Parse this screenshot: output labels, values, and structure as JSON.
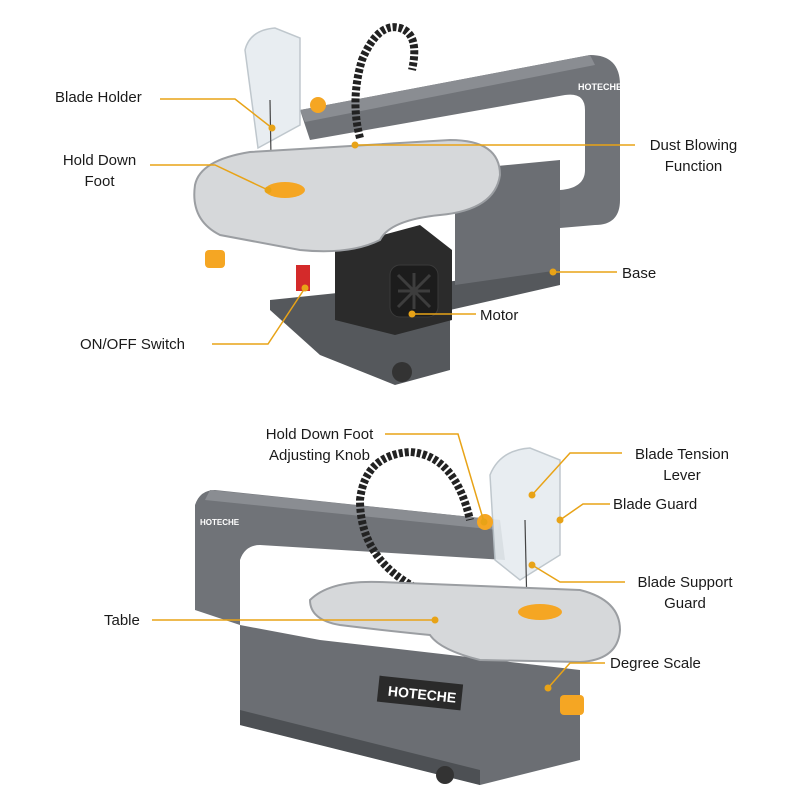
{
  "brand": "HOTECHE",
  "labels": {
    "blade_holder": "Blade Holder",
    "hold_down_foot_1": "Hold Down",
    "hold_down_foot_2": "Foot",
    "dust_blowing_1": "Dust Blowing",
    "dust_blowing_2": "Function",
    "base": "Base",
    "motor": "Motor",
    "on_off_switch": "ON/OFF Switch",
    "hdf_knob_1": "Hold Down Foot",
    "hdf_knob_2": "Adjusting Knob",
    "blade_tension_1": "Blade Tension",
    "blade_tension_2": "Lever",
    "blade_guard": "Blade Guard",
    "blade_support_1": "Blade Support",
    "blade_support_2": "Guard",
    "table": "Table",
    "degree_scale": "Degree Scale"
  },
  "colors": {
    "leader": "#e8a317",
    "body": "#6b6e73",
    "body_dark": "#4d5054",
    "table": "#d6d8da",
    "accent": "#f5a623",
    "motor": "#2a2a2a",
    "switch": "#d42a2a"
  }
}
